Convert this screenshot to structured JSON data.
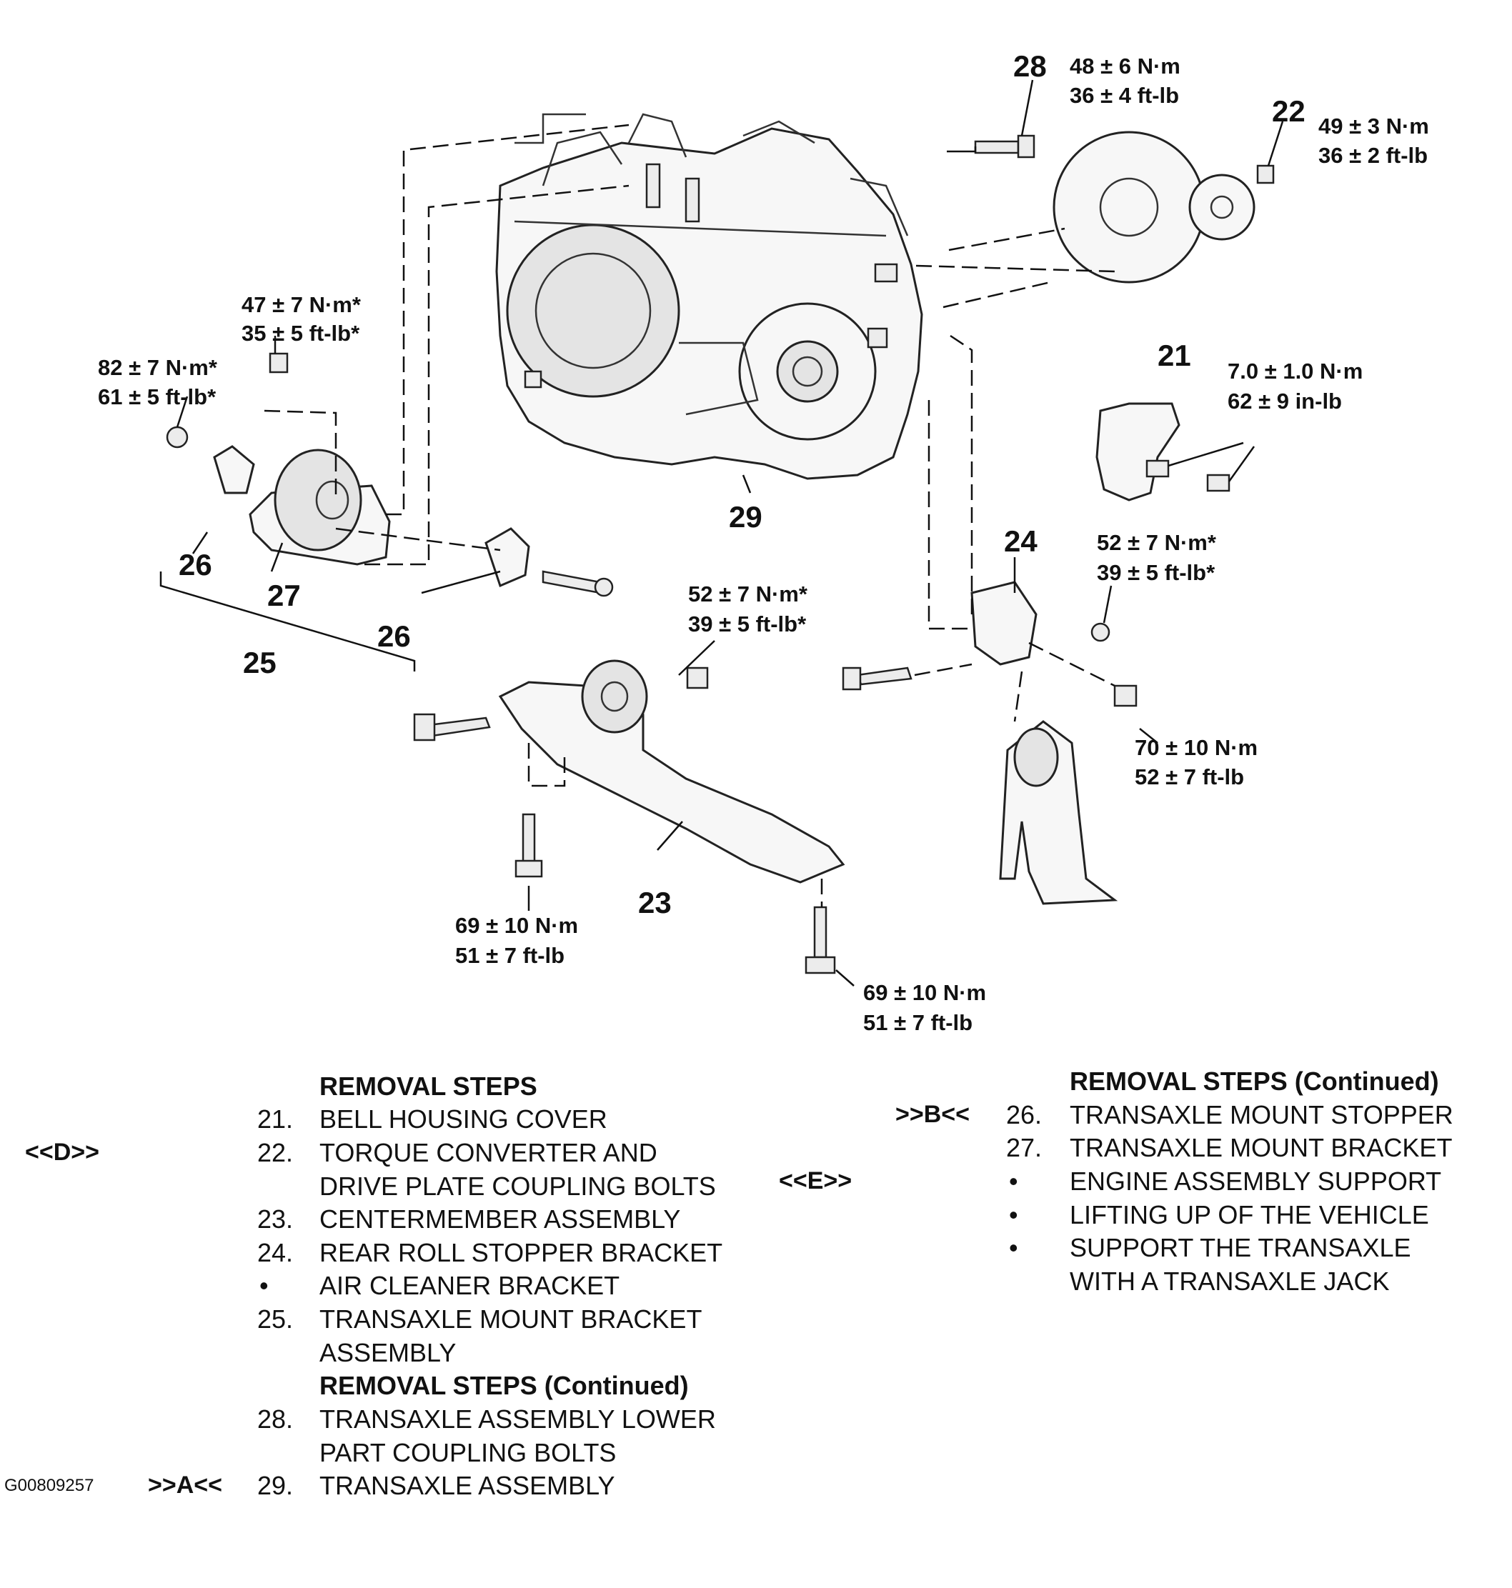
{
  "diagram": {
    "callouts": {
      "c21": "21",
      "c22": "22",
      "c23": "23",
      "c24": "24",
      "c25": "25",
      "c26a": "26",
      "c26b": "26",
      "c27": "27",
      "c28": "28",
      "c29": "29"
    },
    "torques": {
      "t28": [
        "48 ± 6 N·m",
        "36 ± 4 ft-lb"
      ],
      "t22": [
        "49 ± 3 N·m",
        "36 ± 2 ft-lb"
      ],
      "t47": [
        "47 ± 7 N·m*",
        "35 ± 5 ft-lb*"
      ],
      "t82": [
        "82 ± 7 N·m*",
        "61 ± 5 ft-lb*"
      ],
      "t21": [
        "7.0 ± 1.0 N·m",
        "62 ± 9 in-lb"
      ],
      "t24": [
        "52 ± 7 N·m*",
        "39 ± 5 ft-lb*"
      ],
      "t23top": [
        "52 ± 7 N·m*",
        "39 ± 5 ft-lb*"
      ],
      "t70": [
        "70 ± 10 N·m",
        "52 ± 7 ft-lb"
      ],
      "t69a": [
        "69 ± 10 N·m",
        "51 ± 7 ft-lb"
      ],
      "t69b": [
        "69 ± 10 N·m",
        "51 ± 7 ft-lb"
      ]
    }
  },
  "legend_left": {
    "heading": "REMOVAL STEPS",
    "heading2": "REMOVAL STEPS (Continued)",
    "steps": [
      {
        "code": "",
        "num": "21.",
        "text": "BELL HOUSING COVER"
      },
      {
        "code": "<<D>>",
        "num": "22.",
        "text": "TORQUE CONVERTER AND"
      },
      {
        "code": "",
        "num": "",
        "text": "DRIVE PLATE COUPLING BOLTS"
      },
      {
        "code": "",
        "num": "23.",
        "text": "CENTERMEMBER ASSEMBLY"
      },
      {
        "code": "",
        "num": "24.",
        "text": "REAR ROLL STOPPER BRACKET"
      },
      {
        "code": "",
        "num": "•",
        "text": "AIR CLEANER BRACKET"
      },
      {
        "code": "",
        "num": "25.",
        "text": "TRANSAXLE MOUNT BRACKET"
      },
      {
        "code": "",
        "num": "",
        "text": "ASSEMBLY"
      },
      {
        "code": "",
        "num": "28.",
        "text": "TRANSAXLE ASSEMBLY LOWER"
      },
      {
        "code": "",
        "num": "",
        "text": "PART COUPLING BOLTS"
      },
      {
        "code": ">>A<<",
        "num": "29.",
        "text": "TRANSAXLE ASSEMBLY"
      }
    ]
  },
  "legend_right": {
    "heading": "REMOVAL STEPS (Continued)",
    "steps": [
      {
        "code": ">>B<<",
        "num": "26.",
        "text": "TRANSAXLE MOUNT STOPPER"
      },
      {
        "code": "",
        "num": "27.",
        "text": "TRANSAXLE MOUNT BRACKET"
      },
      {
        "code": "<<E>>",
        "num": "•",
        "text": "ENGINE ASSEMBLY SUPPORT"
      },
      {
        "code": "",
        "num": "•",
        "text": "LIFTING UP OF THE VEHICLE"
      },
      {
        "code": "",
        "num": "•",
        "text": "SUPPORT THE TRANSAXLE"
      },
      {
        "code": "",
        "num": "",
        "text": "WITH A TRANSAXLE JACK"
      }
    ]
  },
  "figure_id": "G00809257"
}
